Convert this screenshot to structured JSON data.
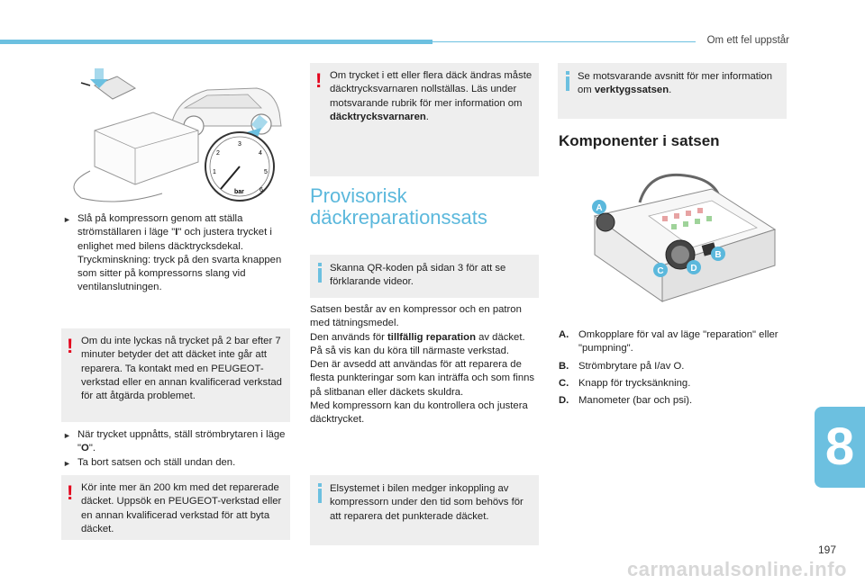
{
  "header": {
    "section_title": "Om ett fel uppstår",
    "chapter_number": "8",
    "page_number": "197",
    "watermark": "carmanualsonline.info"
  },
  "left": {
    "bullet_1_pre": "Slå på kompressorn genom att ställa strömställaren i läge \"",
    "bullet_1_bold": "I",
    "bullet_1_post": "\" och justera trycket i enlighet med bilens däcktrycksdekal. Tryckminskning: tryck på den svarta knappen som sitter på kompressorns slang vid ventilanslutningen.",
    "warning_1": "Om du inte lyckas nå trycket på 2 bar efter 7 minuter betyder det att däcket inte går att reparera. Ta kontakt med en PEUGEOT-verkstad eller en annan kvalificerad verkstad för att åtgärda problemet.",
    "bullet_2_pre": "När trycket uppnåtts, ställ strömbrytaren i läge \"",
    "bullet_2_bold": "O",
    "bullet_2_post": "\".",
    "bullet_3": "Ta bort satsen och ställ undan den.",
    "warning_2": "Kör inte mer än 200 km med det reparerade däcket. Uppsök en PEUGEOT-verkstad eller en annan kvalificerad verkstad för att byta däcket.",
    "gauge_unit": "bar",
    "gauge_ticks": [
      "1",
      "2",
      "3",
      "4",
      "5",
      "6"
    ]
  },
  "middle": {
    "warning_pre": "Om trycket i ett eller flera däck ändras måste däcktrycksvarnaren nollställas. Läs under motsvarande rubrik för mer information om ",
    "warning_bold": "däcktrycksvarnaren",
    "warning_post": ".",
    "section_title_line1": "Provisorisk",
    "section_title_line2": "däckreparationssats",
    "info_qr": "Skanna QR-koden på sidan 3 för att se förklarande videor.",
    "body_1": "Satsen består av en kompressor och en patron med tätningsmedel.",
    "body_2_pre": "Den används för ",
    "body_2_bold": "tillfällig reparation",
    "body_2_post": " av däcket.",
    "body_3": "På så vis kan du köra till närmaste verkstad.",
    "body_4": "Den är avsedd att användas för att reparera de flesta punkteringar som kan inträffa och som finns på slitbanan eller däckets skuldra.",
    "body_5": "Med kompressorn kan du kontrollera och justera däcktrycket.",
    "info_power": "Elsystemet i bilen medger inkoppling av kompressorn under den tid som behövs för att reparera det punkterade däcket."
  },
  "right": {
    "info_pre": "Se motsvarande avsnitt för mer information om ",
    "info_bold": "verktygssatsen",
    "info_post": ".",
    "section_title": "Komponenter i satsen",
    "callouts": [
      "A",
      "B",
      "C",
      "D"
    ],
    "items": [
      {
        "key": "A.",
        "text": "Omkopplare för val av läge \"reparation\" eller \"pumpning\"."
      },
      {
        "key": "B.",
        "text": "Strömbrytare på I/av O."
      },
      {
        "key": "C.",
        "text": "Knapp för trycksänkning."
      },
      {
        "key": "D.",
        "text": "Manometer (bar och psi)."
      }
    ]
  },
  "colors": {
    "accent": "#6cc0e0",
    "warning": "#e3001b",
    "box": "#eeeeee"
  }
}
